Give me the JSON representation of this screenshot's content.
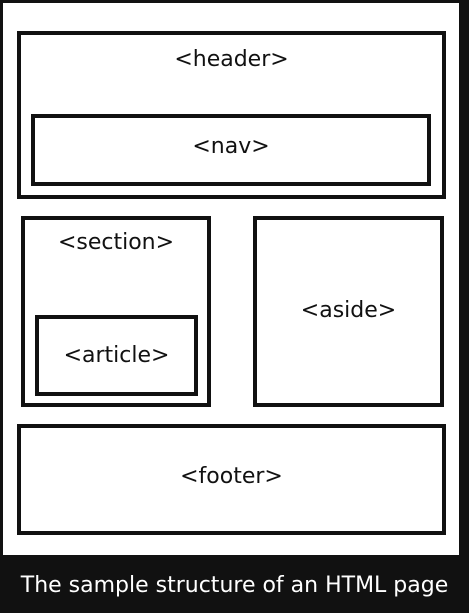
{
  "diagram": {
    "header": "<header>",
    "nav": "<nav>",
    "section": "<section>",
    "article": "<article>",
    "aside": "<aside>",
    "footer": "<footer>"
  },
  "caption": "The sample structure of an HTML page",
  "colors": {
    "background": "#111111",
    "panel": "#ffffff",
    "stroke": "#111111",
    "caption_text": "#ffffff"
  }
}
